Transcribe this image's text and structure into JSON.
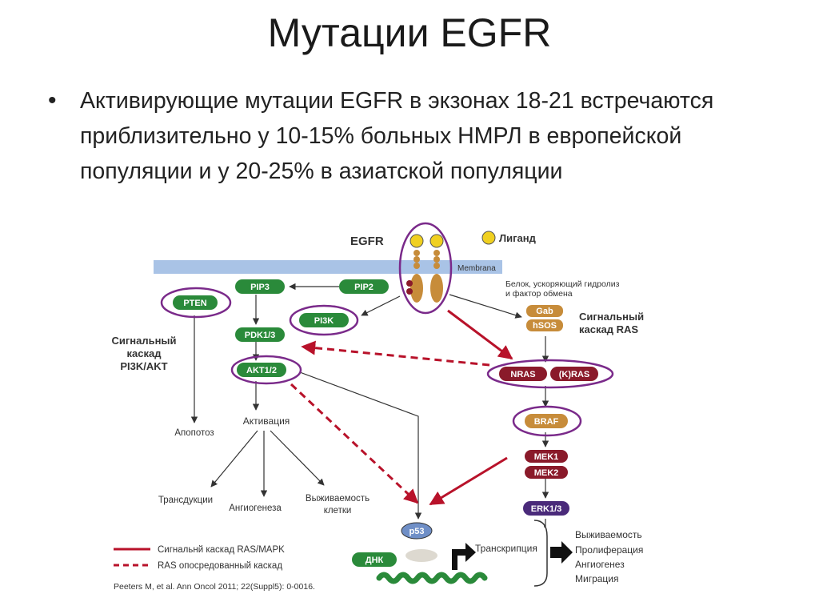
{
  "slide": {
    "title": "Мутации EGFR",
    "bullet": "Активирующие мутации EGFR в экзонах 18-21 встречаются приблизительно у 10-15% больных НМРЛ в европейской популяции и у 20-25% в азиатской популяции"
  },
  "diagram": {
    "egfr": "EGFR",
    "ligand": "Лиганд",
    "membrane": "Membrana",
    "gef_line1": "Белок, ускоряющий гидролиз",
    "gef_line2": "и фактор обмена",
    "ras_cascade_line1": "Сигнальный",
    "ras_cascade_line2": "каскад RAS",
    "pi3k_cascade_line1": "Сигнальный",
    "pi3k_cascade_line2": "каскад",
    "pi3k_cascade_line3": "PI3K/AKT",
    "nodes": {
      "pten": "PTEN",
      "pip3": "PIP3",
      "pip2": "PIP2",
      "pi3k": "PI3K",
      "pdk": "PDK1/3",
      "akt": "AKT1/2",
      "gab": "Gab",
      "sos": "hSOS",
      "nras": "NRAS",
      "kras": "(K)RAS",
      "braf": "BRAF",
      "mek1": "MEK1",
      "mek2": "MEK2",
      "erk": "ERK1/3",
      "p53": "p53",
      "dnk": "ДНК"
    },
    "apoptosis": "Апопотоз",
    "activation": "Активация",
    "transduction": "Трансдукции",
    "angiogenesis_left": "Ангиогенеза",
    "survival_line1": "Выживаемость",
    "survival_line2": "клетки",
    "transcription": "Транскрипция",
    "outcomes": [
      "Выживаемость",
      "Пролиферация",
      "Ангиогенез",
      "Миграция"
    ],
    "legend": {
      "solid": "Сигнальнй каскад RAS/MAPK",
      "dashed": "RAS опосредованный каскад"
    },
    "citation": "Peeters M, et al. Ann Oncol 2011; 22(Suppl5): 0-0016.",
    "colors": {
      "green": "#2a8a3a",
      "red": "#b8122a",
      "purple": "#7a2a8a",
      "membrane": "#a9c3e6",
      "ligand": "#f0d020",
      "tan": "#c78c3a"
    }
  }
}
